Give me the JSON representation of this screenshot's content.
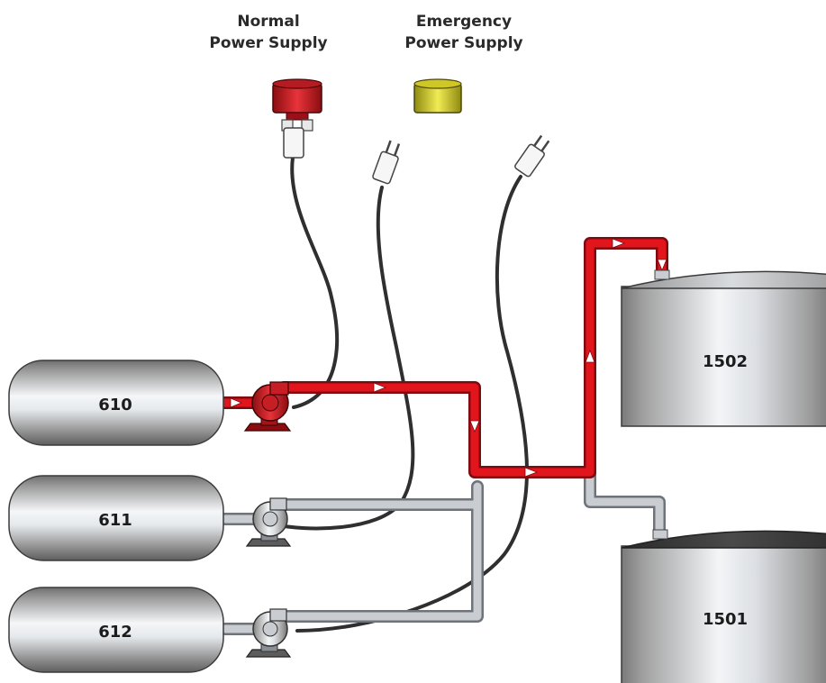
{
  "supplies": {
    "normal": {
      "line1": "Normal",
      "line2": "Power Supply",
      "color": "#c0141a"
    },
    "emergency": {
      "line1": "Emergency",
      "line2": "Power Supply",
      "color": "#d2cc1e"
    }
  },
  "tanks": {
    "t610": "610",
    "t611": "611",
    "t612": "612",
    "t1502": "1502",
    "t1501": "1501"
  },
  "flow": {
    "active_color": "#d9141c",
    "pipe_color": "#b3b8bf",
    "active_path": "610 → 1502"
  },
  "pumps": {
    "p610": "active",
    "p611": "idle",
    "p612": "idle"
  }
}
